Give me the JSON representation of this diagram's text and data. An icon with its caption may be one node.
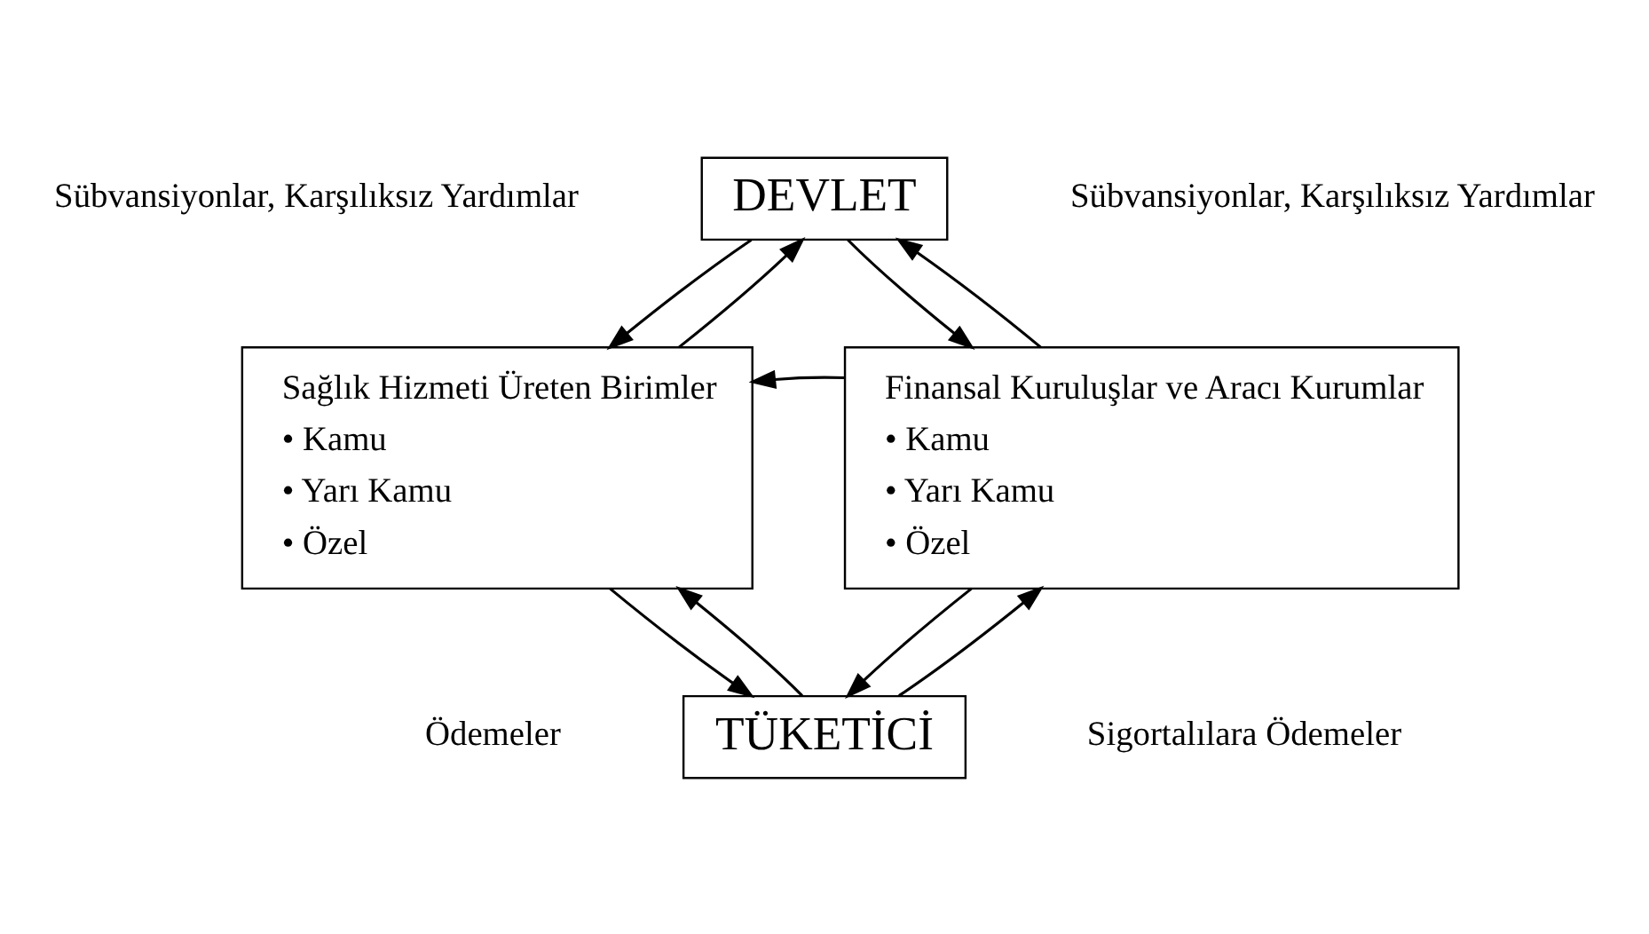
{
  "diagram": {
    "nodes": [
      {
        "text": [
          "DEVLET"
        ]
      },
      {
        "text": [
          "Sağlık Hizmeti Üreten Birimler",
          "• Kamu",
          "• Yarı Kamu",
          "• Özel"
        ]
      },
      {
        "text": [
          "Finansal Kuruluşlar ve Aracı Kurumlar",
          "• Kamu",
          "• Yarı Kamu",
          "• Özel"
        ]
      },
      {
        "text": [
          "TÜKETİCİ"
        ]
      }
    ],
    "edges": [
      {
        "from": 1,
        "to": 0,
        "arrow": "to"
      },
      {
        "from": 0,
        "to": 1,
        "arrow": "to"
      },
      {
        "from": 0,
        "to": 2,
        "arrow": "to"
      },
      {
        "from": 2,
        "to": 0,
        "arrow": "to"
      },
      {
        "from": 2,
        "to": 1,
        "arrow": "to"
      },
      {
        "from": 1,
        "to": 3,
        "arrow": "to"
      },
      {
        "from": 3,
        "to": 1,
        "arrow": "to"
      },
      {
        "from": 3,
        "to": 2,
        "arrow": "to"
      },
      {
        "from": 2,
        "to": 3,
        "arrow": "to"
      }
    ],
    "labels": [
      "Sübvansiyonlar, Karşılıksız Yardımlar",
      "Sübvansiyonlar, Karşılıksız Yardımlar",
      "Ödemeler",
      "Sigortalılara Ödemeler"
    ]
  }
}
